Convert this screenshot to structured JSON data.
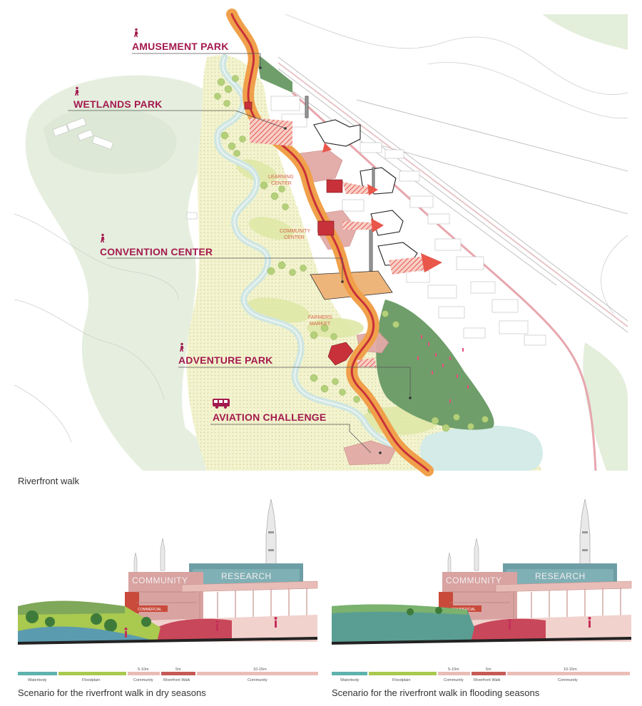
{
  "map": {
    "attractions": [
      {
        "label": "AMUSEMENT PARK",
        "icon": "pedestrian-icon"
      },
      {
        "label": "WETLANDS PARK",
        "icon": "pedestrian-icon"
      },
      {
        "label": "CONVENTION CENTER",
        "icon": "pedestrian-icon"
      },
      {
        "label": "ADVENTURE PARK",
        "icon": "pedestrian-icon"
      },
      {
        "label": "AVIATION CHALLENGE",
        "icon": "bus-icon"
      }
    ],
    "facilities": [
      {
        "line1": "LEARNING",
        "line2": "CENTER"
      },
      {
        "line1": "COMMUNITY",
        "line2": "CENTER"
      },
      {
        "line1": "FARMERS",
        "line2": "MARKET"
      }
    ],
    "colors": {
      "accent": "#a31a4e",
      "walk_orange": "#f0a04a",
      "walk_red": "#c8313a",
      "park_green": "#6f9e6b",
      "water": "#cfe6e2"
    }
  },
  "map_caption": "Riverfront walk",
  "sections": [
    {
      "caption": "Scenario for the riverfront walk in dry seasons",
      "signs": {
        "community": "COMMUNITY",
        "research": "RESEARCH",
        "commercial": "COMMERCIAL"
      },
      "legend": [
        "Waterbody",
        "Floodplain",
        "5-10m",
        "5m",
        "10-15m"
      ],
      "legend_sub": [
        "",
        "",
        "Community",
        "Riverfront Walk",
        "Community"
      ]
    },
    {
      "caption": "Scenario for the riverfront walk in flooding seasons",
      "signs": {
        "community": "COMMUNITY",
        "research": "RESEARCH",
        "commercial": "COMMERCIAL"
      },
      "legend": [
        "Waterbody",
        "Floodplain",
        "5-10m",
        "5m",
        "10-15m"
      ],
      "legend_sub": [
        "",
        "",
        "Community",
        "Riverfront Walk",
        "Community"
      ]
    }
  ],
  "legend_colors": [
    "#5fb3ad",
    "#a9c94f",
    "#e9bcb6",
    "#c65a57",
    "#ebbdb7"
  ]
}
